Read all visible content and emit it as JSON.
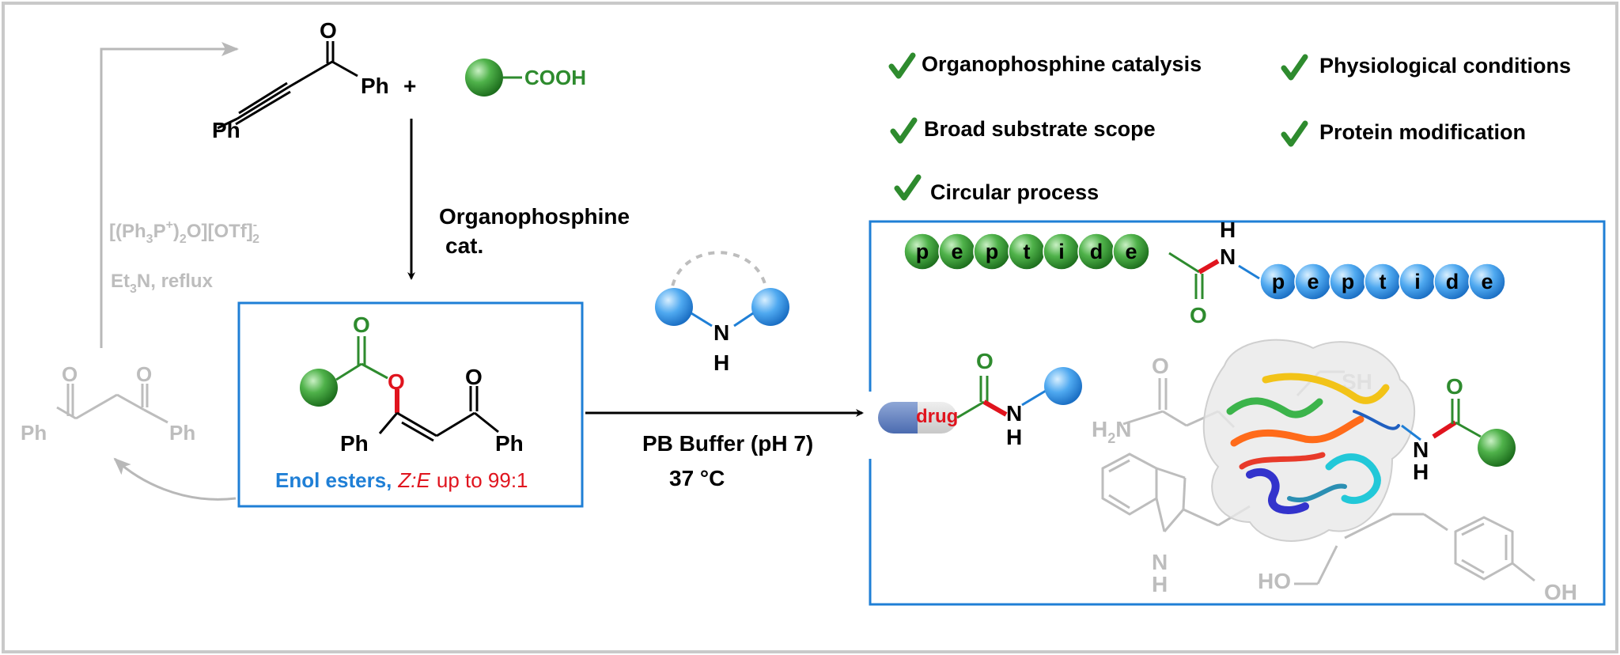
{
  "colors": {
    "green": "#2e8b2e",
    "blue": "#1f7fd6",
    "red": "#e0141e",
    "gray": "#bdbdbd",
    "frame": "#c9c9c9"
  },
  "features": [
    {
      "label": "Organophosphine catalysis"
    },
    {
      "label": "Physiological conditions"
    },
    {
      "label": "Broad substrate scope"
    },
    {
      "label": "Protein modification"
    },
    {
      "label": "Circular process"
    }
  ],
  "reactants": {
    "ketone_O": "O",
    "ketone_Ph": "Ph",
    "plus": "+",
    "alkyne_Ph": "Ph",
    "acid_group": "COOH"
  },
  "step1": {
    "line1": "Organophosphine",
    "line2": "cat."
  },
  "recycle": {
    "reagent_main": "[(Ph",
    "reagent_sub3": "3",
    "reagent_p": "P",
    "reagent_sup_plus": "+",
    "reagent_paren": ")",
    "reagent_sub2": "2",
    "reagent_otf": "O][OTf]",
    "reagent_sup_minus": "-",
    "reagent_sub2b": "2",
    "base_et": "Et",
    "base_sub3": "3",
    "base_rest": "N, reflux",
    "diketone_O1": "O",
    "diketone_O2": "O",
    "diketone_Ph1": "Ph",
    "diketone_Ph2": "Ph"
  },
  "enol_ester": {
    "O_carbonyl": "O",
    "O_ester": "O",
    "O_ketone": "O",
    "Ph_left": "Ph",
    "Ph_right": "Ph",
    "caption_blue": "Enol esters,",
    "caption_ze": "Z:E",
    "caption_rest": "up to 99:1"
  },
  "amine": {
    "N": "N",
    "H": "H"
  },
  "step2": {
    "line1": "PB Buffer (pH 7)",
    "line2": "37 °C"
  },
  "peptides": {
    "left": [
      "p",
      "e",
      "p",
      "t",
      "i",
      "d",
      "e"
    ],
    "right": [
      "p",
      "e",
      "p",
      "t",
      "i",
      "d",
      "e"
    ],
    "link_N": "N",
    "link_H": "H",
    "link_O": "O"
  },
  "drug_conjugate": {
    "drug_label": "drug",
    "O": "O",
    "N": "N",
    "H": "H"
  },
  "protein": {
    "SH": "SH",
    "H2N_H": "H",
    "H2N_sub": "2",
    "H2N_N": "N",
    "amide_O": "O",
    "indole_N": "N",
    "indole_H": "H",
    "HO": "HO",
    "OH": "OH",
    "conj_N": "N",
    "conj_H": "H",
    "conj_O": "O"
  }
}
